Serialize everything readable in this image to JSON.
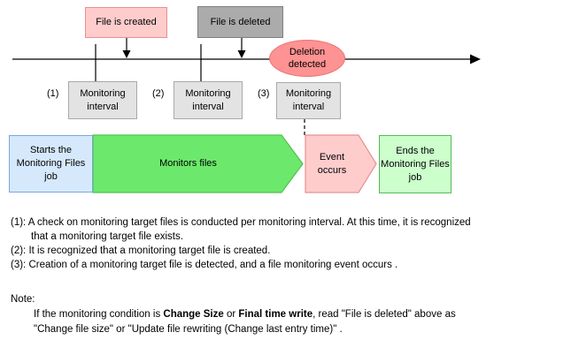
{
  "colors": {
    "pink_fill": "#ffcccc",
    "pink_border": "#e89090",
    "gray_fill": "#ababab",
    "gray_border": "#7f7f7f",
    "salmon_fill": "#ff9292",
    "salmon_border": "#e87474",
    "interval_fill": "#e3e3e3",
    "interval_border": "#a9a9a9",
    "blue_fill": "#d6e9fc",
    "blue_border": "#7ba7dc",
    "green_fill": "#6ce96c",
    "green_border": "#4fc24f",
    "lightgreen_fill": "#ccffcc",
    "lightgreen_border": "#55bb55",
    "line_color": "#000000"
  },
  "timeline": {
    "file_created": "File is created",
    "file_deleted": "File is deleted",
    "deletion_detected": "Deletion detected"
  },
  "intervals": [
    {
      "num": "(1)",
      "label": "Monitoring interval"
    },
    {
      "num": "(2)",
      "label": "Monitoring interval"
    },
    {
      "num": "(3)",
      "label": "Monitoring interval"
    }
  ],
  "flow": {
    "start": "Starts the Monitoring Files job",
    "monitor": "Monitors files",
    "event": "Event occurs",
    "end": "Ends the Monitoring Files job"
  },
  "explanations": {
    "line1": "(1): A check on monitoring target files is conducted per monitoring interval. At this time, it is recognized",
    "line2": "that a monitoring target file exists.",
    "line3": "(2): It is recognized that a monitoring target file is created.",
    "line4": "(3): Creation of a monitoring target file is detected, and a file monitoring event occurs ."
  },
  "note": {
    "title": "Note:",
    "l1a": "If the monitoring condition is ",
    "l1b": "Change Size",
    "l1c": " or ",
    "l1d": "Final time write",
    "l1e": ", read \"File is deleted\" above as",
    "l2": "\"Change file size\" or \"Update file rewriting (Change last entry time)\" ."
  }
}
